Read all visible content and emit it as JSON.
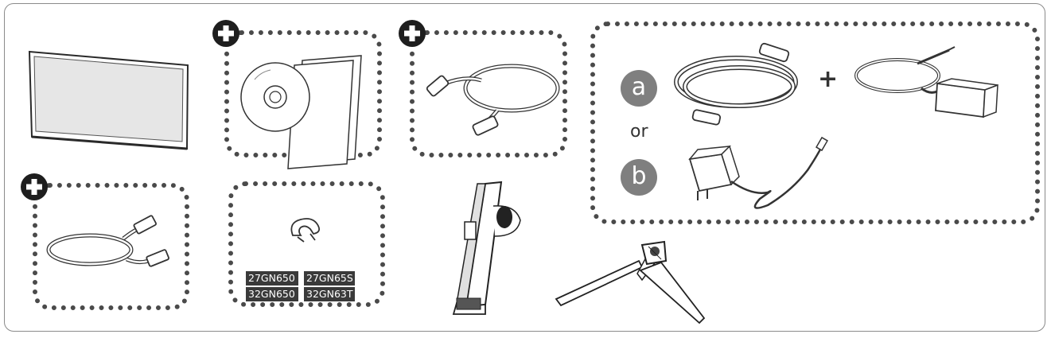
{
  "power_options": {
    "option_a_label": "a",
    "option_b_label": "b",
    "or_label": "or",
    "plus_label": "+"
  },
  "clamp_models": [
    "27GN650",
    "27GN65S",
    "32GN650",
    "32GN63T"
  ],
  "icons": {
    "plus_badge": "plus-circle-icon"
  }
}
